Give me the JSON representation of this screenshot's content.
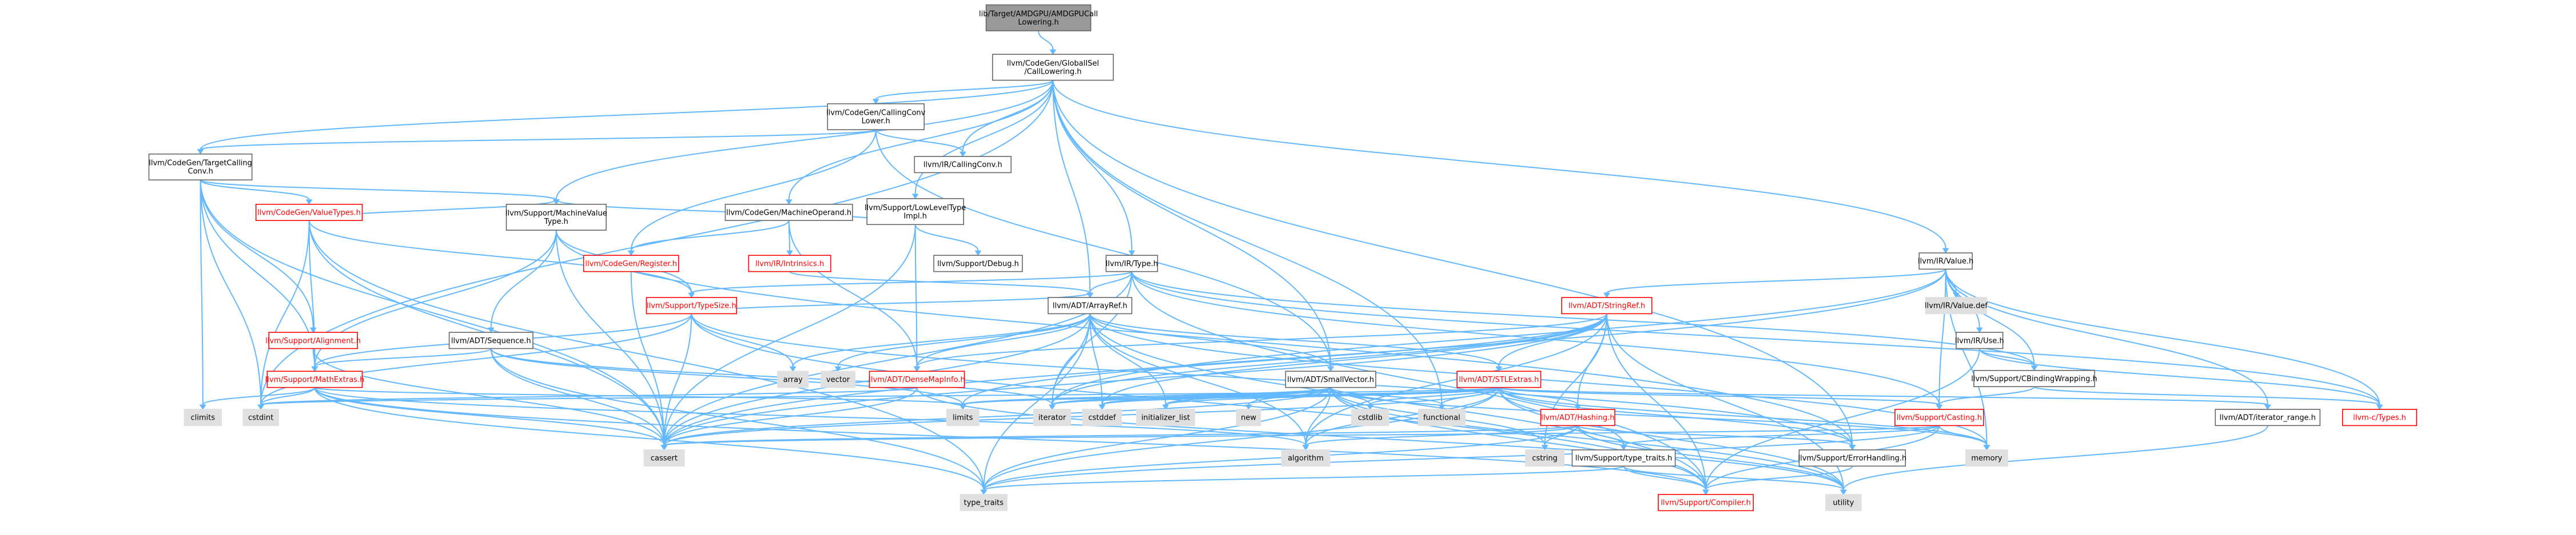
{
  "nodes": [
    {
      "id": "root",
      "lines": [
        "lib/Target/AMDGPU/AMDGPUCall",
        "Lowering.h"
      ],
      "kind": "root"
    },
    {
      "id": "gisel",
      "lines": [
        "llvm/CodeGen/GlobalISel",
        "/CallLowering.h"
      ],
      "kind": "hdr"
    },
    {
      "id": "ccl",
      "lines": [
        "llvm/CodeGen/CallingConv",
        "Lower.h"
      ],
      "kind": "hdr"
    },
    {
      "id": "tcc",
      "lines": [
        "llvm/CodeGen/TargetCalling",
        "Conv.h"
      ],
      "kind": "hdr"
    },
    {
      "id": "irc",
      "lines": [
        "llvm/IR/CallingConv.h"
      ],
      "kind": "hdr"
    },
    {
      "id": "mo",
      "lines": [
        "llvm/CodeGen/MachineOperand.h"
      ],
      "kind": "hdr"
    },
    {
      "id": "llt",
      "lines": [
        "llvm/Support/LowLevelType",
        "Impl.h"
      ],
      "kind": "hdr"
    },
    {
      "id": "cvt",
      "lines": [
        "llvm/CodeGen/ValueTypes.h"
      ],
      "kind": "red"
    },
    {
      "id": "mvt",
      "lines": [
        "llvm/Support/MachineValue",
        "Type.h"
      ],
      "kind": "hdr"
    },
    {
      "id": "reg",
      "lines": [
        "llvm/CodeGen/Register.h"
      ],
      "kind": "red"
    },
    {
      "id": "intr",
      "lines": [
        "llvm/IR/Intrinsics.h"
      ],
      "kind": "red"
    },
    {
      "id": "dbg",
      "lines": [
        "llvm/Support/Debug.h"
      ],
      "kind": "hdr"
    },
    {
      "id": "type",
      "lines": [
        "llvm/IR/Type.h"
      ],
      "kind": "hdr"
    },
    {
      "id": "value",
      "lines": [
        "llvm/IR/Value.h"
      ],
      "kind": "hdr"
    },
    {
      "id": "tsize",
      "lines": [
        "llvm/Support/TypeSize.h"
      ],
      "kind": "red"
    },
    {
      "id": "align",
      "lines": [
        "llvm/Support/Alignment.h"
      ],
      "kind": "red"
    },
    {
      "id": "seq",
      "lines": [
        "llvm/ADT/Sequence.h"
      ],
      "kind": "hdr"
    },
    {
      "id": "aref",
      "lines": [
        "llvm/ADT/ArrayRef.h"
      ],
      "kind": "hdr"
    },
    {
      "id": "sref",
      "lines": [
        "llvm/ADT/StringRef.h"
      ],
      "kind": "red"
    },
    {
      "id": "vdef",
      "lines": [
        "llvm/IR/Value.def"
      ],
      "kind": "std"
    },
    {
      "id": "use",
      "lines": [
        "llvm/IR/Use.h"
      ],
      "kind": "hdr"
    },
    {
      "id": "cbw",
      "lines": [
        "llvm/Support/CBindingWrapping.h"
      ],
      "kind": "hdr"
    },
    {
      "id": "mext",
      "lines": [
        "llvm/Support/MathExtras.h"
      ],
      "kind": "red"
    },
    {
      "id": "array",
      "lines": [
        "array"
      ],
      "kind": "std"
    },
    {
      "id": "vector",
      "lines": [
        "vector"
      ],
      "kind": "std"
    },
    {
      "id": "dmi",
      "lines": [
        "llvm/ADT/DenseMapInfo.h"
      ],
      "kind": "red"
    },
    {
      "id": "svec",
      "lines": [
        "llvm/ADT/SmallVector.h"
      ],
      "kind": "hdr"
    },
    {
      "id": "stlx",
      "lines": [
        "llvm/ADT/STLExtras.h"
      ],
      "kind": "red"
    },
    {
      "id": "hash",
      "lines": [
        "llvm/ADT/Hashing.h"
      ],
      "kind": "red"
    },
    {
      "id": "cast",
      "lines": [
        "llvm/Support/Casting.h"
      ],
      "kind": "red"
    },
    {
      "id": "irange",
      "lines": [
        "llvm/ADT/iterator_range.h"
      ],
      "kind": "hdr"
    },
    {
      "id": "ctypes",
      "lines": [
        "llvm-c/Types.h"
      ],
      "kind": "red"
    },
    {
      "id": "climits",
      "lines": [
        "climits"
      ],
      "kind": "std"
    },
    {
      "id": "cstdint",
      "lines": [
        "cstdint"
      ],
      "kind": "std"
    },
    {
      "id": "limits",
      "lines": [
        "limits"
      ],
      "kind": "std"
    },
    {
      "id": "iterator",
      "lines": [
        "iterator"
      ],
      "kind": "std"
    },
    {
      "id": "cstddef",
      "lines": [
        "cstddef"
      ],
      "kind": "std"
    },
    {
      "id": "ilist",
      "lines": [
        "initializer_list"
      ],
      "kind": "std"
    },
    {
      "id": "new",
      "lines": [
        "new"
      ],
      "kind": "std"
    },
    {
      "id": "cstdlib",
      "lines": [
        "cstdlib"
      ],
      "kind": "std"
    },
    {
      "id": "functional",
      "lines": [
        "functional"
      ],
      "kind": "std"
    },
    {
      "id": "memory",
      "lines": [
        "memory"
      ],
      "kind": "std"
    },
    {
      "id": "cassert",
      "lines": [
        "cassert"
      ],
      "kind": "std"
    },
    {
      "id": "algorithm",
      "lines": [
        "algorithm"
      ],
      "kind": "std"
    },
    {
      "id": "cstring",
      "lines": [
        "cstring"
      ],
      "kind": "std"
    },
    {
      "id": "stt",
      "lines": [
        "llvm/Support/type_traits.h"
      ],
      "kind": "hdr"
    },
    {
      "id": "err",
      "lines": [
        "llvm/Support/ErrorHandling.h"
      ],
      "kind": "hdr"
    },
    {
      "id": "typetraits",
      "lines": [
        "type_traits"
      ],
      "kind": "std"
    },
    {
      "id": "compiler",
      "lines": [
        "llvm/Support/Compiler.h"
      ],
      "kind": "red"
    },
    {
      "id": "utility",
      "lines": [
        "utility"
      ],
      "kind": "std"
    }
  ]
}
